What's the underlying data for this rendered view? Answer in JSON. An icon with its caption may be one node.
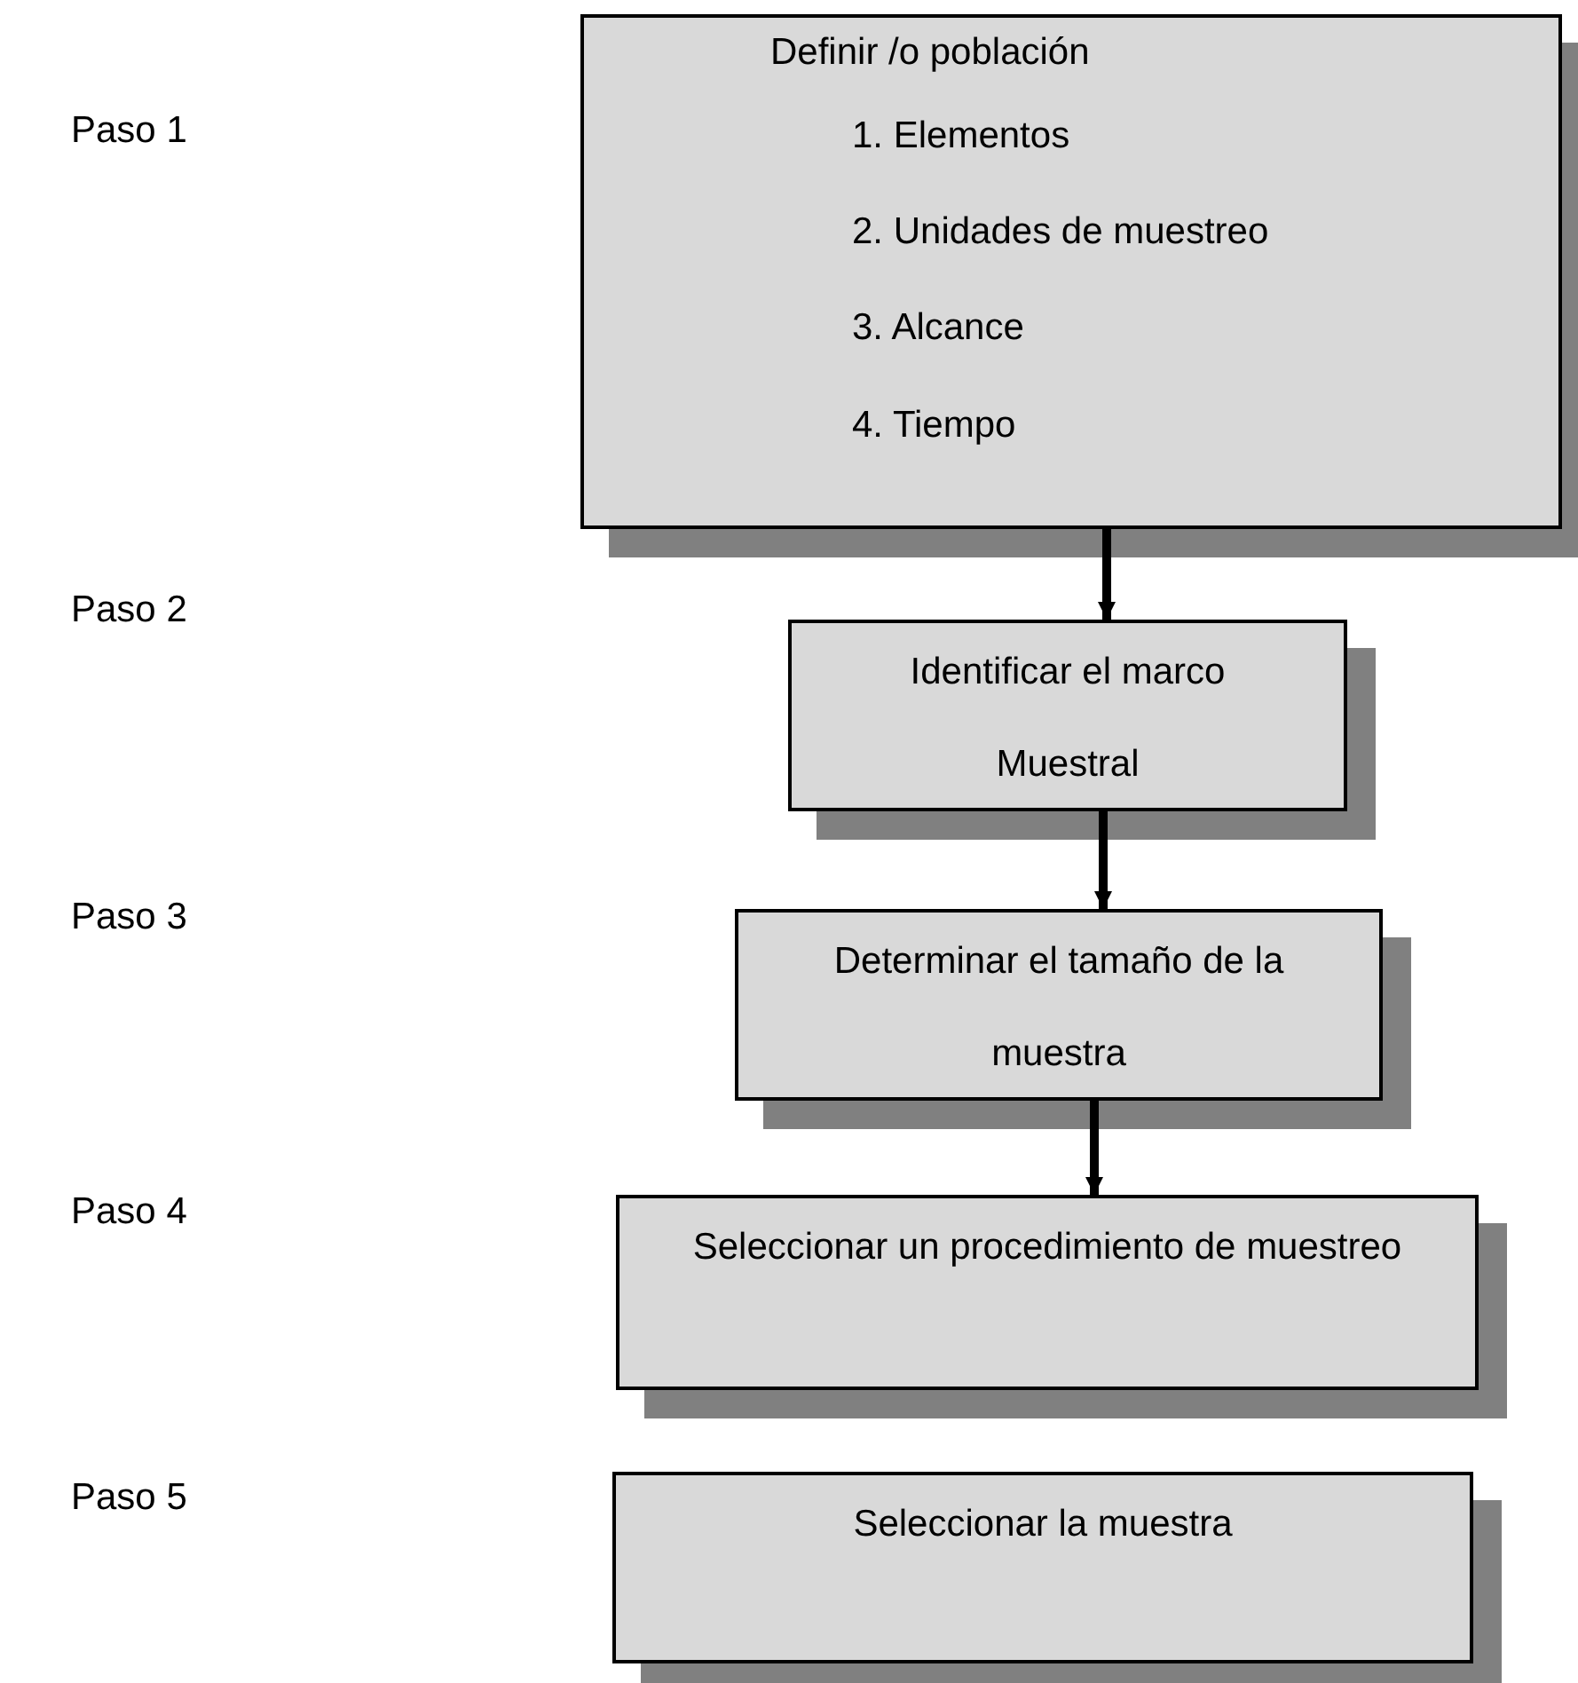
{
  "diagram": {
    "nodes": [
      {
        "text": [
          "Definir /o población",
          "1. Elementos",
          "2. Unidades de muestreo",
          "3. Alcance",
          "4. Tiempo"
        ]
      },
      {
        "text": [
          "Identificar el marco Muestral"
        ]
      },
      {
        "text": [
          "Determinar el tamaño de la muestra"
        ]
      },
      {
        "text": [
          "Seleccionar un procedimiento de muestreo"
        ]
      },
      {
        "text": [
          "Seleccionar la muestra"
        ]
      }
    ],
    "edges": [
      {
        "from": 0,
        "to": 1,
        "arrow": "to"
      },
      {
        "from": 1,
        "to": 2,
        "arrow": "to"
      },
      {
        "from": 2,
        "to": 3,
        "arrow": "to"
      }
    ],
    "labels": [
      "Paso 1",
      "Paso 2",
      "Paso 3",
      "Paso 4",
      "Paso 5"
    ]
  }
}
